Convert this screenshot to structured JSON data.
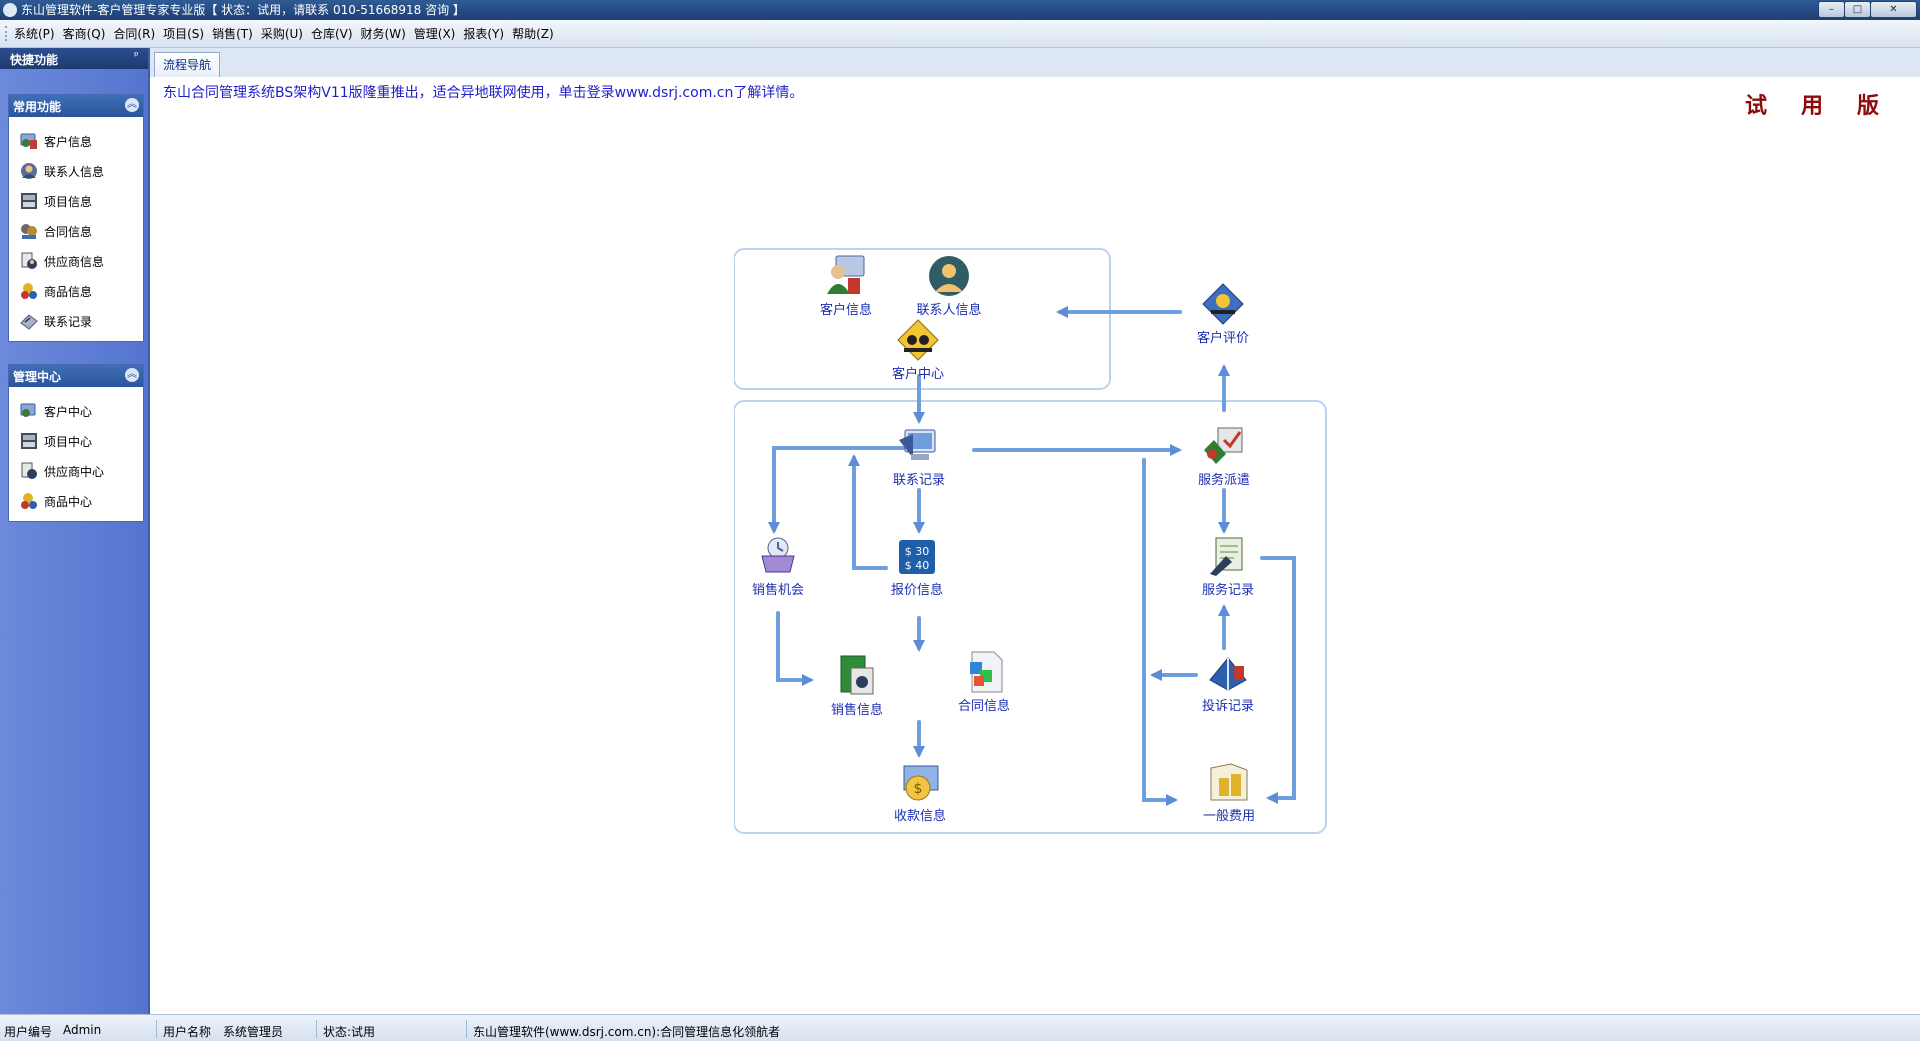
{
  "window": {
    "title": "东山管理软件-客户管理专家专业版【 状态：试用，请联系 010-51668918 咨询 】",
    "controls": {
      "minimize": "–",
      "maximize": "□",
      "close": "✕"
    }
  },
  "menu": [
    "系统(P)",
    "客商(Q)",
    "合同(R)",
    "项目(S)",
    "销售(T)",
    "采购(U)",
    "仓库(V)",
    "财务(W)",
    "管理(X)",
    "报表(Y)",
    "帮助(Z)"
  ],
  "left_panel": {
    "title": "快捷功能",
    "pin": "ᵖ",
    "groups": [
      {
        "title": "常用功能",
        "collapse": "︽",
        "items": [
          {
            "label": "客户信息",
            "icon": "customer-icon"
          },
          {
            "label": "联系人信息",
            "icon": "contact-person-icon"
          },
          {
            "label": "项目信息",
            "icon": "project-icon"
          },
          {
            "label": "合同信息",
            "icon": "contract-icon"
          },
          {
            "label": "供应商信息",
            "icon": "supplier-icon"
          },
          {
            "label": "商品信息",
            "icon": "product-icon"
          },
          {
            "label": "联系记录",
            "icon": "contact-record-icon"
          }
        ]
      },
      {
        "title": "管理中心",
        "collapse": "︽",
        "items": [
          {
            "label": "客户中心",
            "icon": "customer-center-icon"
          },
          {
            "label": "项目中心",
            "icon": "project-center-icon"
          },
          {
            "label": "供应商中心",
            "icon": "supplier-center-icon"
          },
          {
            "label": "商品中心",
            "icon": "product-center-icon"
          }
        ]
      }
    ]
  },
  "tabs": [
    "流程导航"
  ],
  "promo": "东山合同管理系统BS架构V11版隆重推出，适合异地联网使用，单击登录www.dsrj.com.cn了解详情。",
  "trial": "试用版",
  "flow": {
    "nodes": {
      "customer_info": "客户信息",
      "contact_person": "联系人信息",
      "customer_center": "客户中心",
      "customer_review": "客户评价",
      "contact_record": "联系记录",
      "service_dispatch": "服务派遣",
      "sales_opportunity": "销售机会",
      "quote_info": "报价信息",
      "service_record": "服务记录",
      "sales_info": "销售信息",
      "contract_info": "合同信息",
      "complaint_record": "投诉记录",
      "payment_info": "收款信息",
      "general_expense": "一般费用"
    },
    "quote_icon_text": [
      "$ 30",
      "$ 40"
    ]
  },
  "status": {
    "user_id_label": "用户编号",
    "user_id": "Admin",
    "user_name_label": "用户名称",
    "user_name": "系统管理员",
    "state": "状态:试用",
    "footer": "东山管理软件(www.dsrj.com.cn):合同管理信息化领航者"
  }
}
